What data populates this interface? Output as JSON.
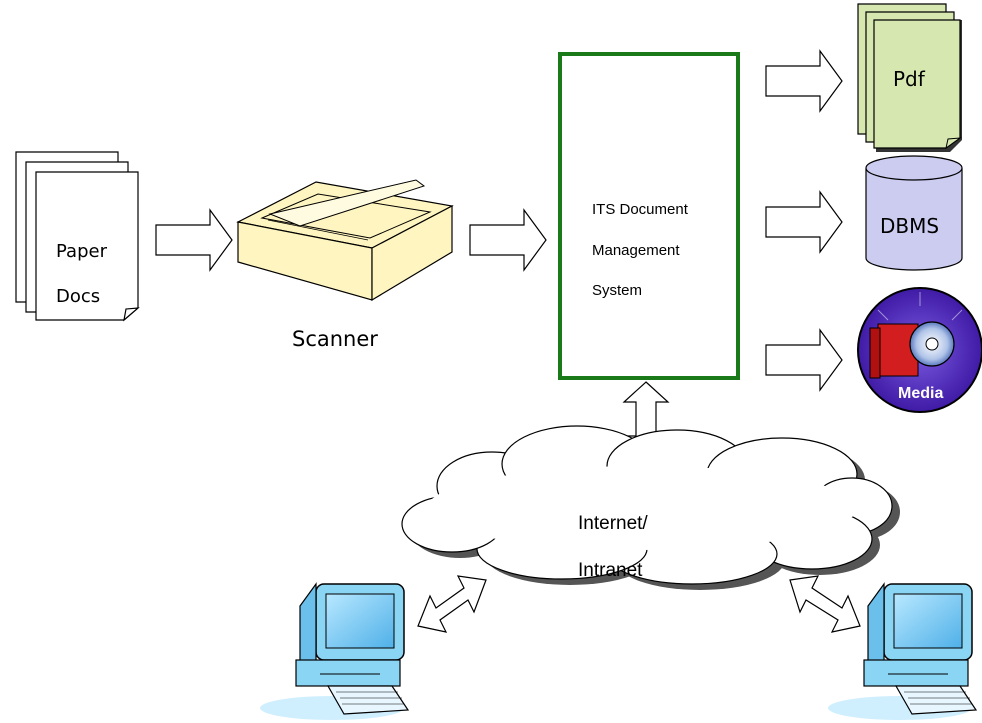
{
  "paper_docs": {
    "line1": "Paper",
    "line2": "Docs"
  },
  "scanner": {
    "label": "Scanner"
  },
  "dms": {
    "line1": "ITS Document",
    "line2": "Management",
    "line3": "System"
  },
  "pdf": {
    "label": "Pdf"
  },
  "dbms": {
    "label": "DBMS"
  },
  "media": {
    "label": "Media"
  },
  "network": {
    "line1": "Internet/",
    "line2": "Intranet"
  },
  "colors": {
    "dms_border": "#1a7a1a",
    "pdf_fill": "#d6e8b0",
    "dbms_fill": "#ccccf0",
    "media_fill": "#4a1fa8",
    "scanner_fill": "#fff5c0"
  }
}
